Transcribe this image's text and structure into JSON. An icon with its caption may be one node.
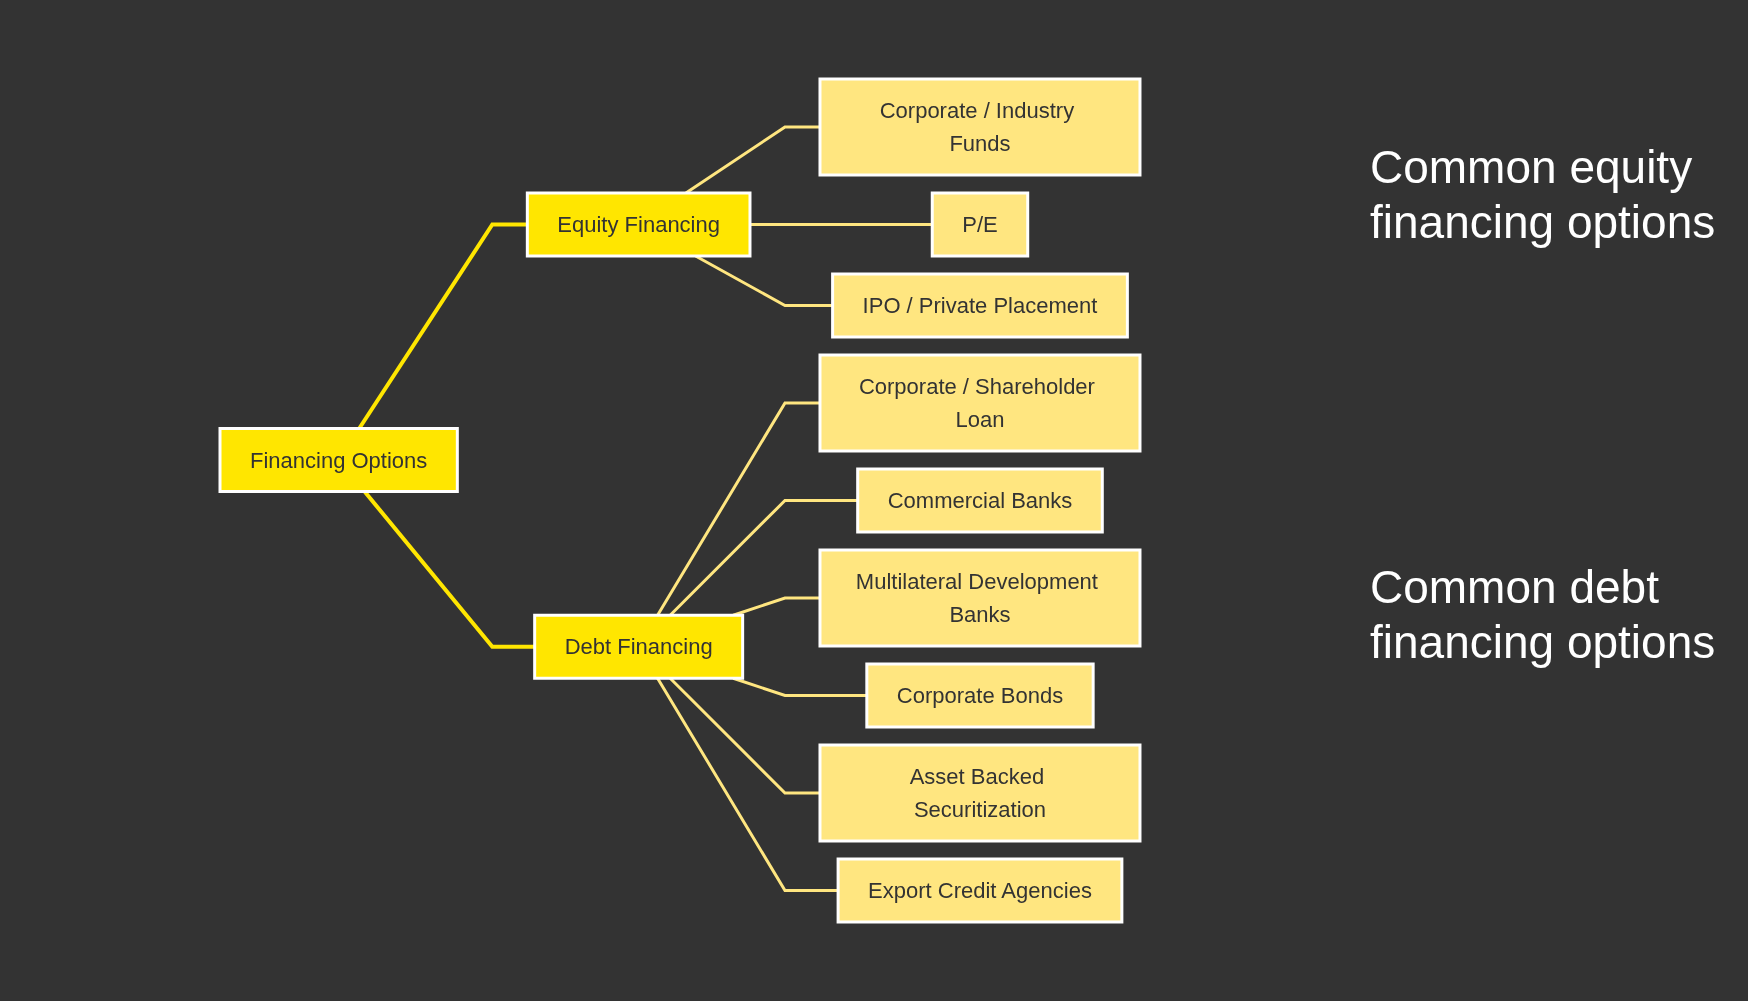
{
  "diagram": {
    "nodes": [
      {
        "text": [
          "Financing Options"
        ]
      },
      {
        "text": [
          "Equity Financing"
        ]
      },
      {
        "text": [
          "Corporate / Industry Funds"
        ]
      },
      {
        "text": [
          "P/E"
        ]
      },
      {
        "text": [
          "IPO / Private Placement"
        ]
      },
      {
        "text": [
          "Debt Financing"
        ]
      },
      {
        "text": [
          "Corporate / Shareholder Loan"
        ]
      },
      {
        "text": [
          "Commercial Banks"
        ]
      },
      {
        "text": [
          "Multilateral Development Banks"
        ]
      },
      {
        "text": [
          "Corporate Bonds"
        ]
      },
      {
        "text": [
          "Asset Backed Securitization"
        ]
      },
      {
        "text": [
          "Export Credit Agencies"
        ]
      }
    ],
    "edges": [
      {
        "from": 0,
        "to": 1,
        "arrow": "none",
        "color": "#ffe600"
      },
      {
        "from": 0,
        "to": 5,
        "arrow": "none",
        "color": "#ffe600"
      },
      {
        "from": 1,
        "to": 2,
        "arrow": "none"
      },
      {
        "from": 1,
        "to": 3,
        "arrow": "none"
      },
      {
        "from": 1,
        "to": 4,
        "arrow": "none"
      },
      {
        "from": 5,
        "to": 6,
        "arrow": "none"
      },
      {
        "from": 5,
        "to": 7,
        "arrow": "none"
      },
      {
        "from": 5,
        "to": 8,
        "arrow": "none"
      },
      {
        "from": 5,
        "to": 9,
        "arrow": "none"
      },
      {
        "from": 5,
        "to": 10,
        "arrow": "none"
      },
      {
        "from": 5,
        "to": 11,
        "arrow": "none"
      }
    ],
    "labels": [
      "Common equity financing options",
      "Common debt financing options"
    ]
  }
}
